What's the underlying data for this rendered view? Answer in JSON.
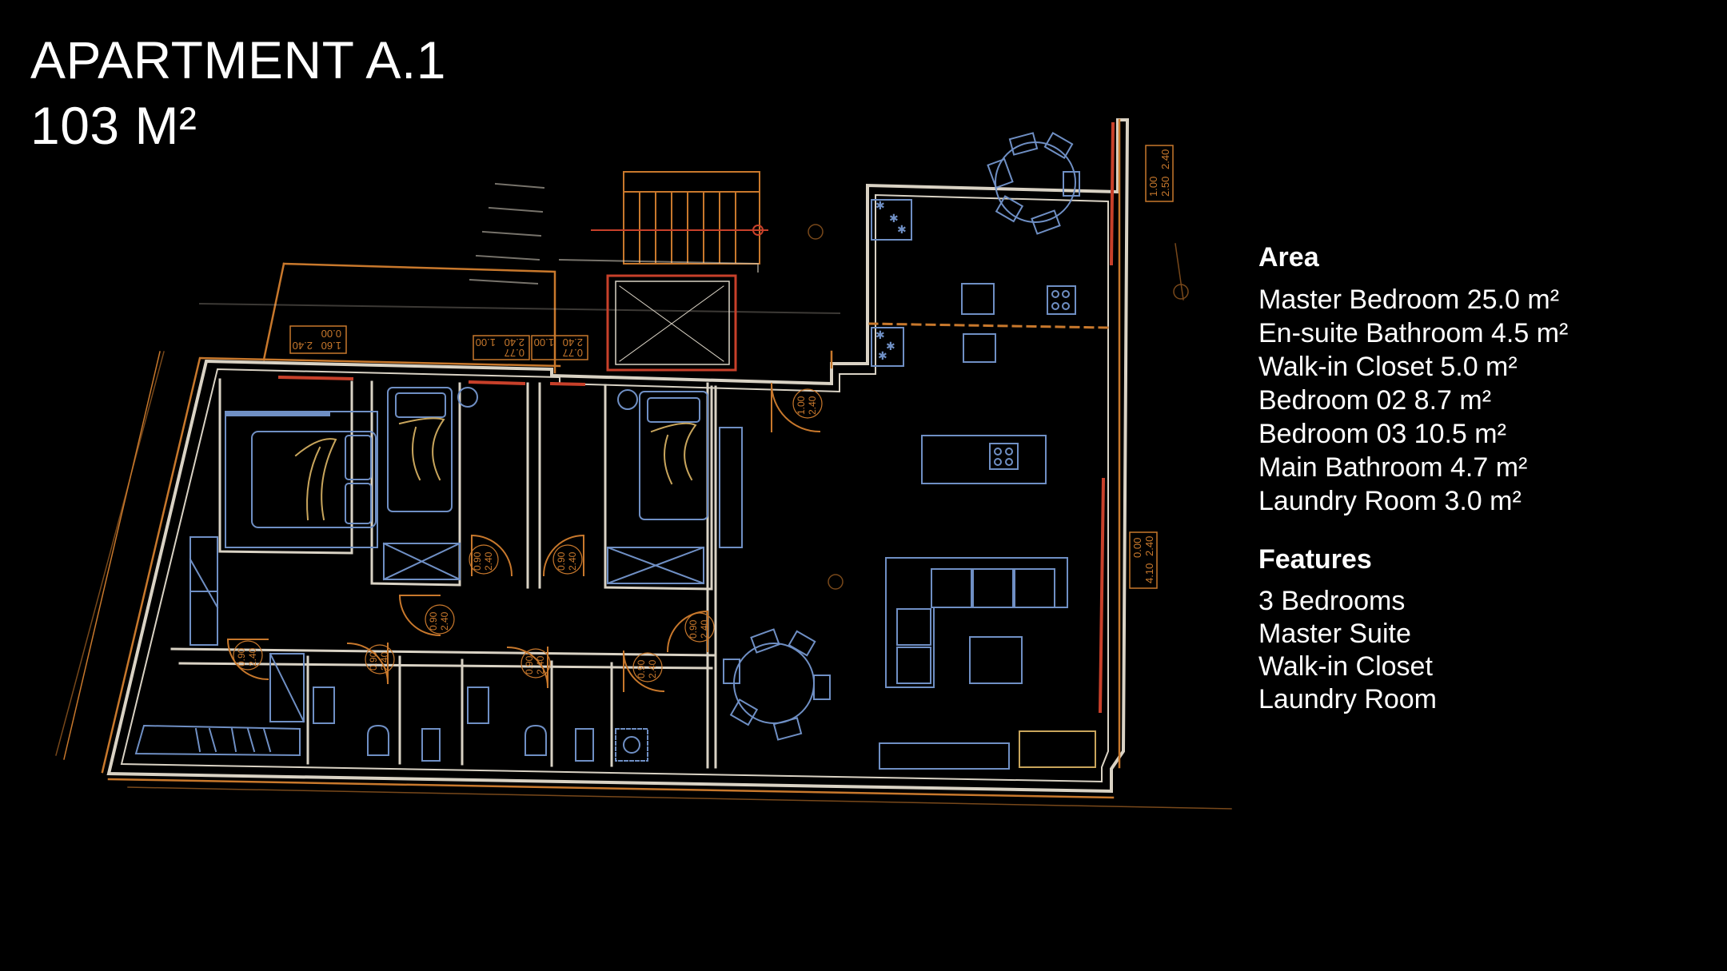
{
  "title": {
    "line1": "APARTMENT A.1",
    "line2": "103 M²"
  },
  "area": {
    "heading": "Area",
    "items": [
      "Master Bedroom  25.0 m²",
      "En-suite Bathroom  4.5 m²",
      "Walk-in Closet 5.0 m²",
      "Bedroom 02 8.7 m²",
      "Bedroom 03 10.5 m²",
      "Main Bathroom 4.7 m²",
      "Laundry Room 3.0 m²"
    ]
  },
  "features": {
    "heading": "Features",
    "items": [
      "3 Bedrooms",
      "Master Suite",
      "Walk-in Closet",
      "Laundry Room"
    ]
  },
  "plan_labels": {
    "window_a": [
      "1.60",
      "2.40",
      "0.00"
    ],
    "window_b": [
      "0.77",
      "2.40",
      "1.00"
    ],
    "window_c": [
      "0.77",
      "2.40",
      "1.00"
    ],
    "window_d": [
      "1.00",
      "2.50",
      "2.40"
    ],
    "window_e": [
      "0.00",
      "4.10",
      "2.40"
    ],
    "door": [
      "0.90",
      "2.40"
    ],
    "door_b": [
      "1.00",
      "2.40"
    ]
  },
  "colors": {
    "background": "#000000",
    "wall": "#d9d2c4",
    "wall_orange": "#c8782c",
    "furniture_blue": "#6f8fc4",
    "window_red": "#c8402a",
    "text": "#ffffff"
  }
}
